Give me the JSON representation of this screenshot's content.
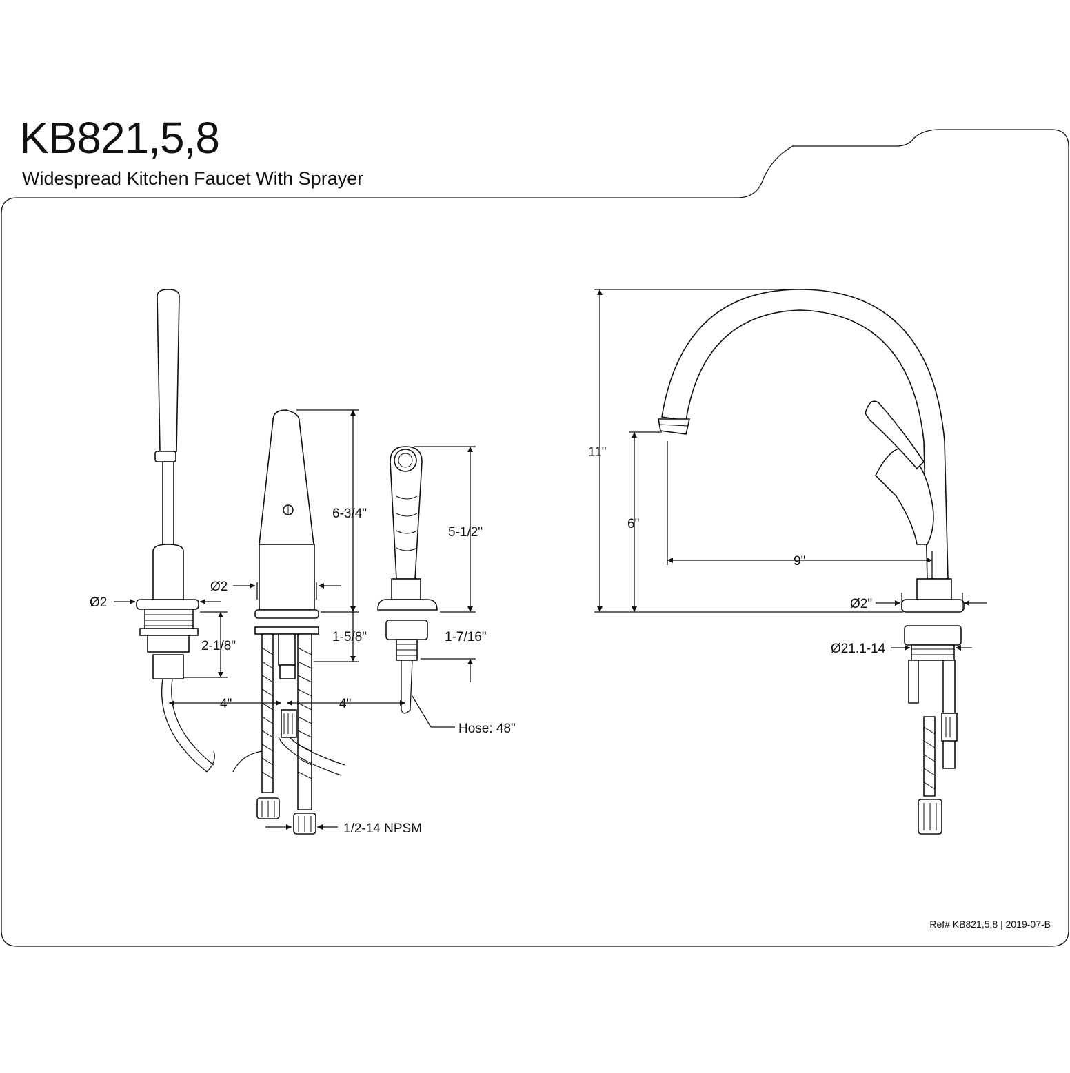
{
  "header": {
    "model": "KB821,5,8",
    "description": "Widespread Kitchen Faucet With Sprayer"
  },
  "footer": {
    "reference": "Ref# KB821,5,8 | 2019-07-B"
  },
  "dimensions": {
    "left_rod_diameter": "Ø2",
    "handle_diameter": "Ø2",
    "left_shank_length": "2-1/8\"",
    "handle_height": "6-3/4\"",
    "handle_shank_length": "1-5/8\"",
    "spacing_left": "4\"",
    "spacing_right": "4\"",
    "sprayer_height": "5-1/2\"",
    "sprayer_shank_length": "1-7/16\"",
    "hose_length": "Hose: 48\"",
    "supply_connection": "1/2-14 NPSM",
    "spout_total_height": "11\"",
    "spout_outlet_height": "6\"",
    "spout_reach": "9\"",
    "base_diameter": "Ø2\"",
    "shank_thread": "Ø21.1-14"
  }
}
